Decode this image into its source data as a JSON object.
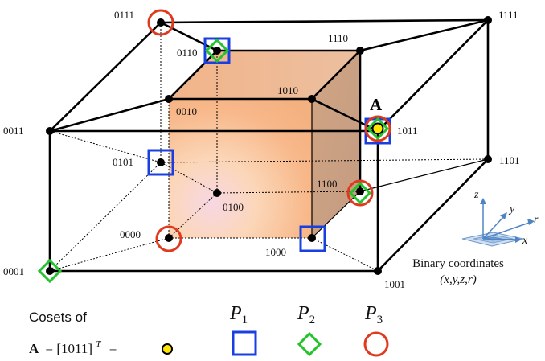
{
  "vertices": {
    "v0000": "0000",
    "v0001": "0001",
    "v0010": "0010",
    "v0011": "0011",
    "v0100": "0100",
    "v0101": "0101",
    "v0110": "0110",
    "v0111": "0111",
    "v1000": "1000",
    "v1001": "1001",
    "v1010": "1010",
    "v1011": "1011",
    "v1100": "1100",
    "v1101": "1101",
    "v1110": "1110",
    "v1111": "1111"
  },
  "point_label": "A",
  "axes": {
    "z": "z",
    "y": "y",
    "r": "r",
    "x": "x",
    "caption_line1": "Binary coordinates",
    "caption_line2": "(x,y,z,r)"
  },
  "legend": {
    "cosets_text": "Cosets of",
    "equation_bold": "A",
    "equation_rest": "= [1011]",
    "equation_sup": "T",
    "equation_end": "=",
    "p1": "P",
    "p1_sub": "1",
    "p2": "P",
    "p2_sub": "2",
    "p3": "P",
    "p3_sub": "3"
  },
  "colors": {
    "square": "#1a3fe0",
    "diamond": "#22c42a",
    "circle": "#e03a1e",
    "point_A": "#ffe600"
  }
}
